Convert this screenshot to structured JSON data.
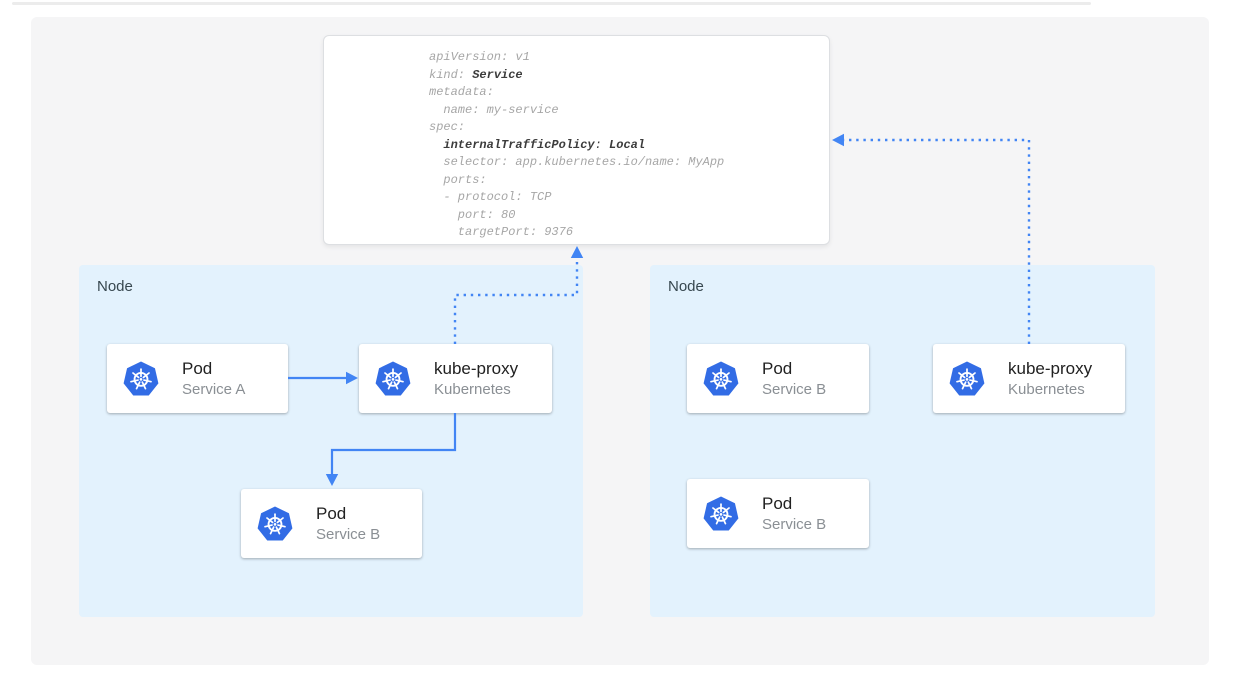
{
  "yaml": {
    "lines": [
      {
        "segments": [
          {
            "text": "apiVersion: v1",
            "style": "plain"
          }
        ]
      },
      {
        "segments": [
          {
            "text": "kind: ",
            "style": "plain"
          },
          {
            "text": "Service",
            "style": "bold"
          }
        ]
      },
      {
        "segments": [
          {
            "text": "metadata:",
            "style": "plain"
          }
        ]
      },
      {
        "segments": [
          {
            "text": "  name: my-service",
            "style": "plain"
          }
        ]
      },
      {
        "segments": [
          {
            "text": "spec:",
            "style": "plain"
          }
        ]
      },
      {
        "segments": [
          {
            "text": "  ",
            "style": "plain"
          },
          {
            "text": "internalTrafficPolicy",
            "style": "bold"
          },
          {
            "text": ": ",
            "style": "dark"
          },
          {
            "text": "Local",
            "style": "bold"
          }
        ]
      },
      {
        "segments": [
          {
            "text": "  selector: app.kubernetes.io/name: MyApp",
            "style": "plain"
          }
        ]
      },
      {
        "segments": [
          {
            "text": "  ports:",
            "style": "plain"
          }
        ]
      },
      {
        "segments": [
          {
            "text": "  - protocol: TCP",
            "style": "plain"
          }
        ]
      },
      {
        "segments": [
          {
            "text": "    port: 80",
            "style": "plain"
          }
        ]
      },
      {
        "segments": [
          {
            "text": "    targetPort: 9376",
            "style": "plain"
          }
        ]
      }
    ]
  },
  "nodes": [
    {
      "label": "Node",
      "cards": [
        {
          "title": "Pod",
          "subtitle": "Service A",
          "icon": "kubernetes-logo"
        },
        {
          "title": "kube-proxy",
          "subtitle": "Kubernetes",
          "icon": "kubernetes-logo"
        },
        {
          "title": "Pod",
          "subtitle": "Service B",
          "icon": "kubernetes-logo"
        }
      ]
    },
    {
      "label": "Node",
      "cards": [
        {
          "title": "Pod",
          "subtitle": "Service B",
          "icon": "kubernetes-logo"
        },
        {
          "title": "kube-proxy",
          "subtitle": "Kubernetes",
          "icon": "kubernetes-logo"
        },
        {
          "title": "Pod",
          "subtitle": "Service B",
          "icon": "kubernetes-logo"
        }
      ]
    }
  ],
  "colors": {
    "accent_blue": "#4285f4",
    "kubernetes_blue": "#326ce5",
    "node_background": "#e3f2fd",
    "panel_background": "#f5f5f6",
    "yaml_gray": "#a6a6a6",
    "yaml_dark": "#3c3c3c"
  }
}
